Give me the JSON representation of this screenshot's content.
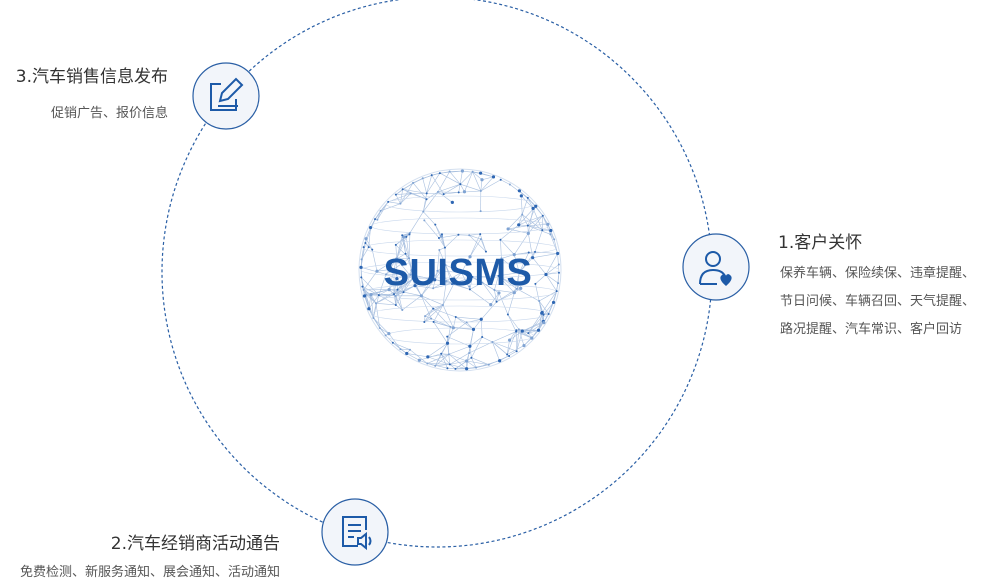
{
  "center": {
    "label": "SUISMS"
  },
  "nodes": [
    {
      "title": "1.客户关怀",
      "icon": "customer-heart-icon",
      "lines": [
        "保养车辆、保险续保、违章提醒、",
        "节日问候、车辆召回、天气提醒、",
        "路况提醒、汽车常识、客户回访"
      ]
    },
    {
      "title": "2.汽车经销商活动通告",
      "icon": "notice-speaker-icon",
      "lines": [
        "免费检测、新服务通知、展会通知、活动通知"
      ]
    },
    {
      "title": "3.汽车销售信息发布",
      "icon": "edit-pen-icon",
      "lines": [
        "促销广告、报价信息"
      ]
    }
  ],
  "colors": {
    "accent": "#1d5aa8",
    "ring": "#2a5fa5",
    "icon_bg": "#f2f5fa"
  }
}
